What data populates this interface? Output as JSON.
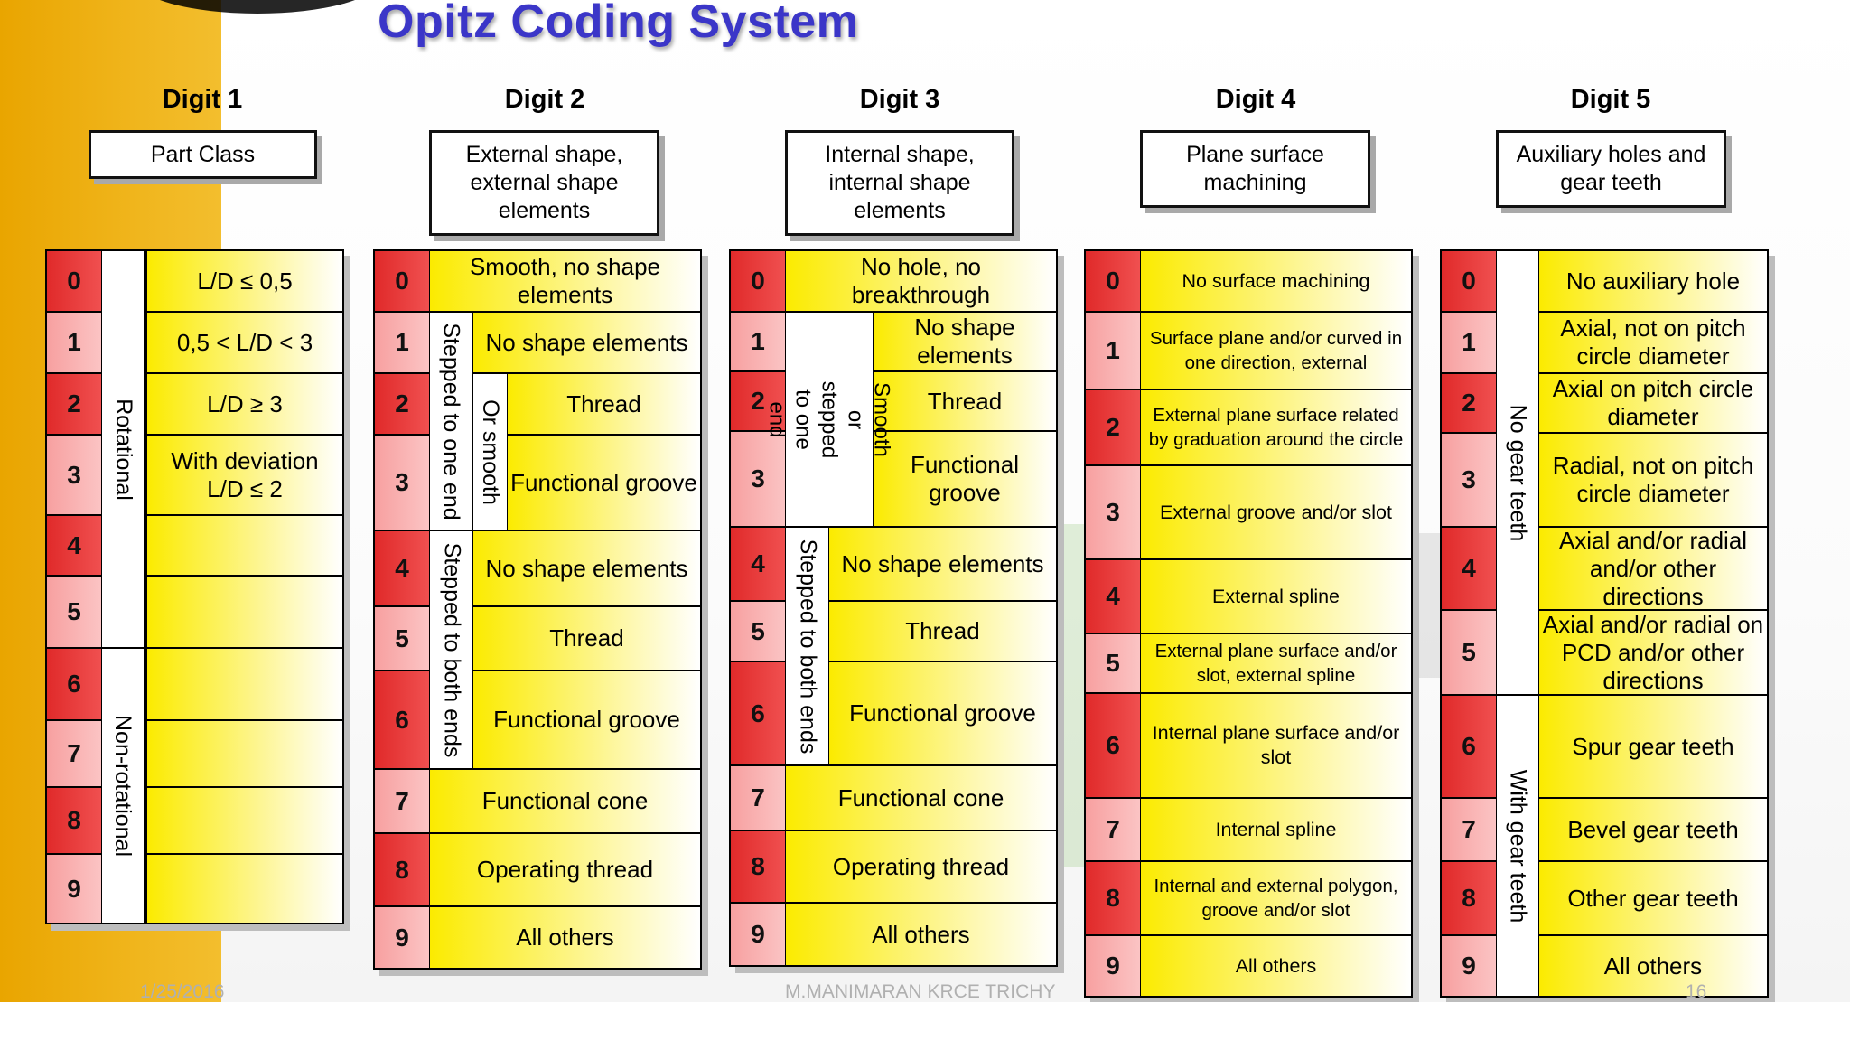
{
  "title": "Opitz Coding System",
  "digit1": {
    "title": "Digit 1",
    "header": "Part Class",
    "groups": [
      "Rotational",
      "Non-rotational"
    ],
    "rows": [
      "L/D ≤ 0,5",
      "0,5 < L/D < 3",
      "L/D ≥ 3",
      "With deviation L/D ≤ 2",
      "",
      "",
      "",
      "",
      "",
      ""
    ]
  },
  "digit2": {
    "title": "Digit 2",
    "header": "External shape, external shape elements",
    "group_one_end": "Stepped to one end",
    "group_smooth": "Or smooth",
    "group_both_ends": "Stepped to both ends",
    "rows": [
      "Smooth, no shape elements",
      "No shape elements",
      "Thread",
      "Functional groove",
      "No shape elements",
      "Thread",
      "Functional groove",
      "Functional cone",
      "Operating thread",
      "All others"
    ]
  },
  "digit3": {
    "title": "Digit 3",
    "header": "Internal shape, internal shape elements",
    "group_one_end": "Smooth or stepped to one end",
    "group_both_ends": "Stepped to both ends",
    "rows": [
      "No hole, no breakthrough",
      "No shape elements",
      "Thread",
      "Functional groove",
      "No shape elements",
      "Thread",
      "Functional groove",
      "Functional cone",
      "Operating thread",
      "All others"
    ]
  },
  "digit4": {
    "title": "Digit 4",
    "header": "Plane surface machining",
    "rows": [
      "No surface machining",
      "Surface plane and/or curved in one direction, external",
      "External plane surface related by graduation around the circle",
      "External groove and/or slot",
      "External spline",
      "External plane surface and/or slot, external spline",
      "Internal plane surface and/or slot",
      "Internal spline",
      "Internal and external polygon, groove and/or slot",
      "All others"
    ]
  },
  "digit5": {
    "title": "Digit 5",
    "header": "Auxiliary holes and gear teeth",
    "groups": [
      "No gear teeth",
      "With gear teeth"
    ],
    "rows": [
      "No auxiliary hole",
      "Axial, not on pitch circle diameter",
      "Axial on pitch circle diameter",
      "Radial, not on pitch circle diameter",
      "Axial and/or radial and/or other directions",
      "Axial and/or radial on PCD and/or other directions",
      "Spur gear teeth",
      "Bevel gear teeth",
      "Other gear teeth",
      "All others"
    ]
  },
  "numbers": [
    "0",
    "1",
    "2",
    "3",
    "4",
    "5",
    "6",
    "7",
    "8",
    "9"
  ],
  "footer": {
    "date": "1/25/2016",
    "author": "M.MANIMARAN KRCE TRICHY",
    "page": "16"
  },
  "colors": {
    "title": "#3b36c8",
    "digit_dark": "#e02a2a",
    "digit_light": "#f7a0a0",
    "cell_yellow": "#fbeb00",
    "sidebar": "#f0b51c"
  }
}
